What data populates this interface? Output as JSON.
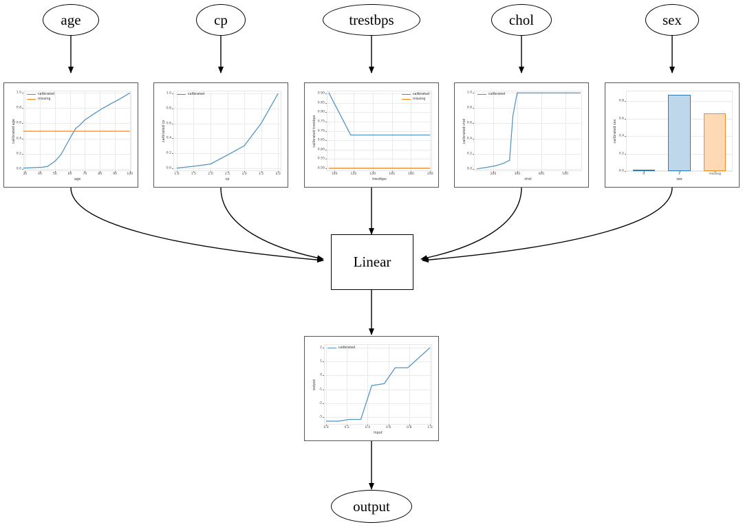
{
  "graph": {
    "input_nodes": [
      {
        "id": "age",
        "label": "age"
      },
      {
        "id": "cp",
        "label": "cp"
      },
      {
        "id": "trestbps",
        "label": "trestbps"
      },
      {
        "id": "chol",
        "label": "chol"
      },
      {
        "id": "sex",
        "label": "sex"
      }
    ],
    "linear_node": {
      "label": "Linear"
    },
    "output_node": {
      "label": "output"
    }
  },
  "colors": {
    "calibrated": "#4c92c3",
    "missing": "#ff7f0e",
    "bar_blue_face": "#bfd7ea",
    "bar_blue_edge": "#2a7ab9",
    "bar_orange_face": "#fdd9b5",
    "bar_orange_edge": "#f08c1f",
    "node_border": "#000000",
    "card_border": "#555555",
    "grid": "#eaeaea"
  },
  "legend_labels": {
    "calibrated": "calibrated",
    "missing": "missing"
  },
  "chart_data": [
    {
      "id": "age",
      "type": "line",
      "title": "",
      "xlabel": "age",
      "ylabel": "calibrated age",
      "xlim": [
        29,
        101
      ],
      "ylim": [
        -0.03,
        1.03
      ],
      "xticks": [
        30,
        40,
        50,
        60,
        70,
        80,
        90,
        100
      ],
      "yticks": [
        0.0,
        0.2,
        0.4,
        0.6,
        0.8,
        1.0
      ],
      "ytick_labels": [
        "0.0",
        "0.2",
        "0.4",
        "0.6",
        "0.8",
        "1.0"
      ],
      "xtick_labels": [
        "30",
        "40",
        "50",
        "60",
        "70",
        "80",
        "90",
        "100"
      ],
      "grid": true,
      "legend": [
        "calibrated",
        "missing"
      ],
      "legend_position": "upper left",
      "series": [
        {
          "name": "calibrated",
          "x": [
            29,
            35,
            41,
            45,
            50,
            54,
            58,
            62,
            64,
            66,
            70,
            76,
            82,
            88,
            94,
            100
          ],
          "y": [
            0.01,
            0.015,
            0.02,
            0.03,
            0.1,
            0.185,
            0.33,
            0.47,
            0.535,
            0.565,
            0.645,
            0.725,
            0.8,
            0.865,
            0.93,
            1.0
          ]
        },
        {
          "name": "missing",
          "x": [
            29,
            100
          ],
          "y": [
            0.495,
            0.495
          ]
        }
      ]
    },
    {
      "id": "cp",
      "type": "line",
      "xlabel": "cp",
      "ylabel": "calibrated cp",
      "xlim": [
        0.9,
        4.1
      ],
      "ylim": [
        -0.04,
        1.04
      ],
      "xticks": [
        1.0,
        1.5,
        2.0,
        2.5,
        3.0,
        3.5,
        4.0
      ],
      "yticks": [
        0.0,
        0.2,
        0.4,
        0.6,
        0.8,
        1.0
      ],
      "ytick_labels": [
        "0.0",
        "0.2",
        "0.4",
        "0.6",
        "0.8",
        "1.0"
      ],
      "xtick_labels": [
        "1.0",
        "1.5",
        "2.0",
        "2.5",
        "3.0",
        "3.5",
        "4.0"
      ],
      "grid": true,
      "legend": [
        "calibrated"
      ],
      "legend_position": "upper left",
      "series": [
        {
          "name": "calibrated",
          "x": [
            1.0,
            1.5,
            2.0,
            2.5,
            3.0,
            3.5,
            4.0
          ],
          "y": [
            0.0,
            0.025,
            0.055,
            0.175,
            0.3,
            0.6,
            1.0
          ]
        }
      ]
    },
    {
      "id": "trestbps",
      "type": "line",
      "xlabel": "trestbps",
      "ylabel": "calibrated trestbps",
      "xlim": [
        92,
        202
      ],
      "ylim": [
        0.485,
        0.915
      ],
      "xticks": [
        100,
        120,
        140,
        160,
        180,
        200
      ],
      "yticks": [
        0.5,
        0.55,
        0.6,
        0.65,
        0.7,
        0.75,
        0.8,
        0.85,
        0.9
      ],
      "ytick_labels": [
        "0.50",
        "0.55",
        "0.60",
        "0.65",
        "0.70",
        "0.75",
        "0.80",
        "0.85",
        "0.90"
      ],
      "xtick_labels": [
        "100",
        "120",
        "140",
        "160",
        "180",
        "200"
      ],
      "grid": true,
      "legend": [
        "calibrated",
        "missing"
      ],
      "legend_position": "upper right",
      "series": [
        {
          "name": "calibrated",
          "x": [
            94,
            117,
            200
          ],
          "y": [
            0.905,
            0.678,
            0.678
          ]
        },
        {
          "name": "missing",
          "x": [
            94,
            200
          ],
          "y": [
            0.5,
            0.5
          ]
        }
      ]
    },
    {
      "id": "chol",
      "type": "line",
      "xlabel": "chol",
      "ylabel": "calibrated chol",
      "xlim": [
        120,
        570
      ],
      "ylim": [
        -0.03,
        1.03
      ],
      "xticks": [
        200,
        300,
        400,
        500
      ],
      "yticks": [
        0.0,
        0.2,
        0.4,
        0.6,
        0.8,
        1.0
      ],
      "ytick_labels": [
        "0.0",
        "0.2",
        "0.4",
        "0.6",
        "0.8",
        "1.0"
      ],
      "xtick_labels": [
        "200",
        "300",
        "400",
        "500"
      ],
      "grid": true,
      "legend": [
        "calibrated"
      ],
      "legend_position": "upper left",
      "series": [
        {
          "name": "calibrated",
          "x": [
            132,
            175,
            210,
            245,
            263,
            268,
            282,
            300,
            400,
            500,
            564
          ],
          "y": [
            0.0,
            0.02,
            0.04,
            0.075,
            0.105,
            0.11,
            0.7,
            1.0,
            1.0,
            1.0,
            1.0
          ]
        }
      ]
    },
    {
      "id": "sex",
      "type": "bar",
      "xlabel": "sex",
      "ylabel": "calibrated sex",
      "categories": [
        "0",
        "1",
        "missing"
      ],
      "values": [
        0.005,
        0.87,
        0.66
      ],
      "ylim": [
        0.0,
        0.92
      ],
      "yticks": [
        0.0,
        0.2,
        0.4,
        0.6,
        0.8
      ],
      "ytick_labels": [
        "0.0",
        "0.2",
        "0.4",
        "0.6",
        "0.8"
      ],
      "grid": true,
      "bar_colors": [
        "#bfd7ea",
        "#bfd7ea",
        "#fdd9b5"
      ],
      "bar_edge_colors": [
        "#2a7ab9",
        "#2a7ab9",
        "#f08c1f"
      ]
    },
    {
      "id": "output",
      "type": "line",
      "xlabel": "input",
      "ylabel": "output",
      "xlim": [
        -0.02,
        1.02
      ],
      "ylim": [
        -3.55,
        2.25
      ],
      "xticks": [
        0.0,
        0.2,
        0.4,
        0.6,
        0.8,
        1.0
      ],
      "yticks": [
        -3,
        -2,
        -1,
        0,
        1,
        2
      ],
      "ytick_labels": [
        "-3",
        "-2",
        "-1",
        "0",
        "1",
        "2"
      ],
      "xtick_labels": [
        "0.0",
        "0.2",
        "0.4",
        "0.6",
        "0.8",
        "1.0"
      ],
      "grid": true,
      "legend": [
        "calibrated"
      ],
      "legend_position": "upper left",
      "series": [
        {
          "name": "calibrated",
          "x": [
            0.0,
            0.12,
            0.2,
            0.22,
            0.33,
            0.335,
            0.44,
            0.45,
            0.555,
            0.56,
            0.665,
            0.67,
            0.78,
            0.79,
            1.0
          ],
          "y": [
            -3.3,
            -3.3,
            -3.2,
            -3.18,
            -3.17,
            -3.16,
            -0.72,
            -0.72,
            -0.6,
            -0.59,
            0.55,
            0.55,
            0.55,
            0.58,
            2.0
          ]
        }
      ]
    }
  ]
}
